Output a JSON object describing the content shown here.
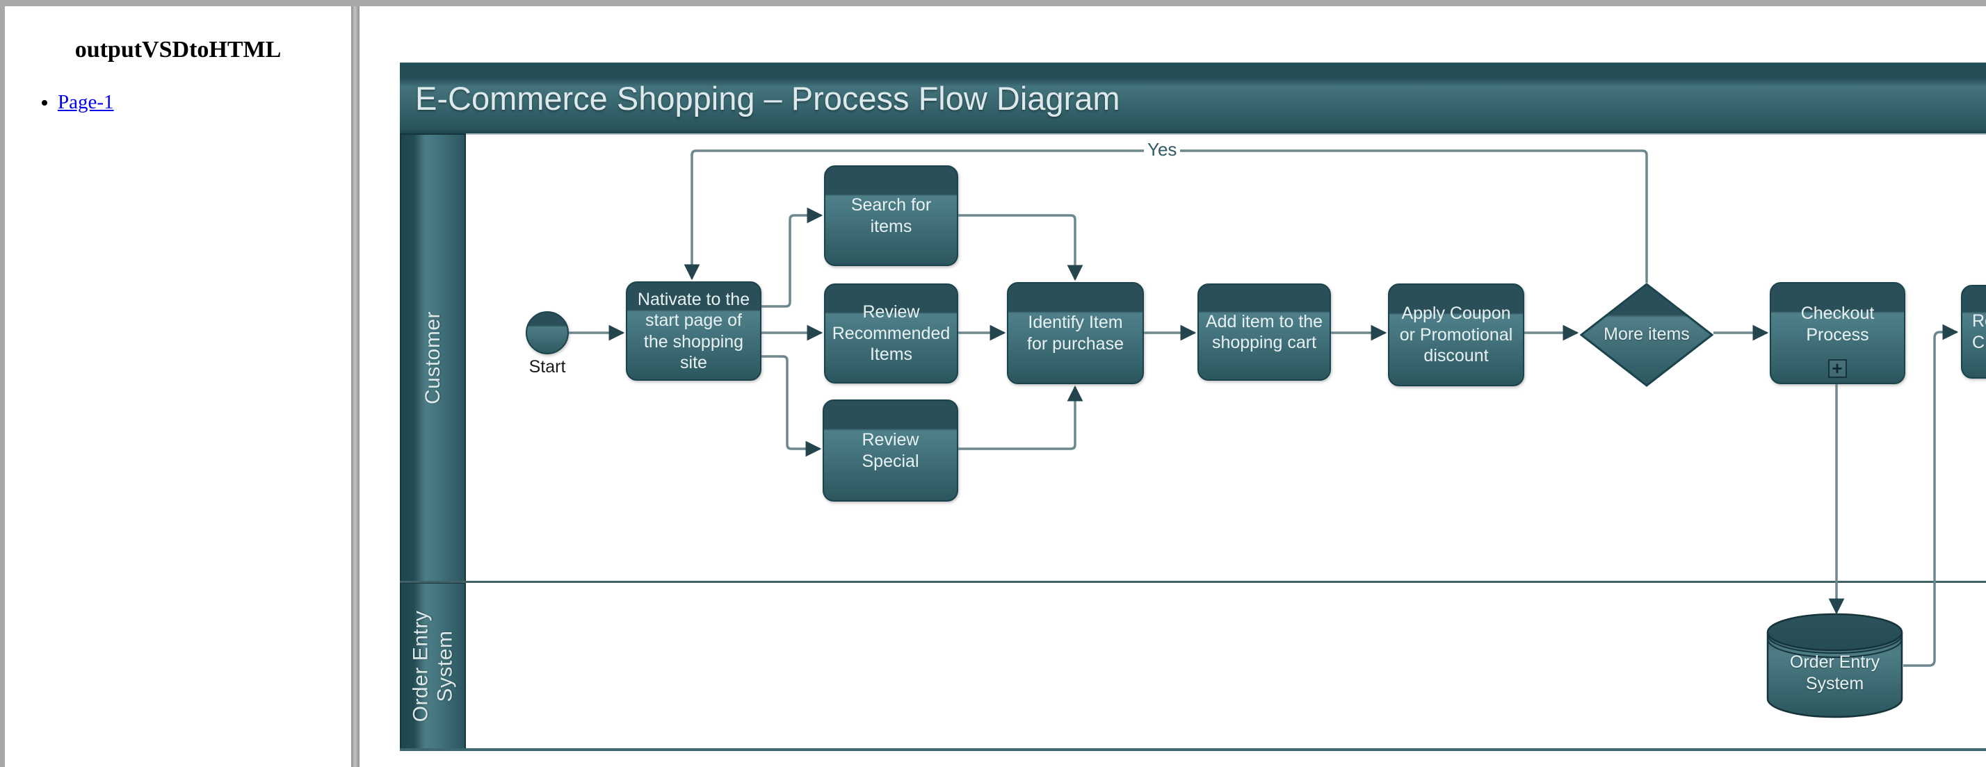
{
  "sidebar": {
    "title": "outputVSDtoHTML",
    "pages": [
      {
        "label": "Page-1"
      }
    ]
  },
  "diagram": {
    "title": "E-Commerce Shopping – Process Flow Diagram",
    "lanes": [
      {
        "label": "Customer"
      },
      {
        "label": "Order Entry\nSystem"
      }
    ],
    "nodes": {
      "start": {
        "type": "start-circle",
        "label": "Start"
      },
      "navigate": {
        "type": "task",
        "label": "Nativate to the\nstart page of\nthe shopping\nsite"
      },
      "search": {
        "type": "task",
        "label": "Search for\nitems"
      },
      "review_recommended": {
        "type": "task",
        "label": "Review\nRecommended\nItems"
      },
      "review_special": {
        "type": "task",
        "label": "Review\nSpecial"
      },
      "identify": {
        "type": "task",
        "label": "Identify Item\nfor purchase"
      },
      "add_to_cart": {
        "type": "task",
        "label": "Add item to the\nshopping cart"
      },
      "apply_coupon": {
        "type": "task",
        "label": "Apply Coupon\nor Promotional\ndiscount"
      },
      "more_items": {
        "type": "decision-diamond",
        "label": "More items"
      },
      "checkout": {
        "type": "subprocess",
        "label": "Checkout\nProcess",
        "marker": "+"
      },
      "order_entry_db": {
        "type": "cylinder",
        "label": "Order Entry\nSystem"
      },
      "clipped_right": {
        "type": "task",
        "label": "Re\nC"
      }
    },
    "edge_labels": {
      "yes": "Yes"
    },
    "colors": {
      "accent-dark": "#2a4f58",
      "accent-light": "#4f7f88",
      "shape-border": "#1b434c",
      "line": "#6d878f",
      "arrow": "#24454e",
      "link": "#0000ee",
      "banner-text": "#dde9eb",
      "chrome": "#a8a8a8"
    }
  }
}
